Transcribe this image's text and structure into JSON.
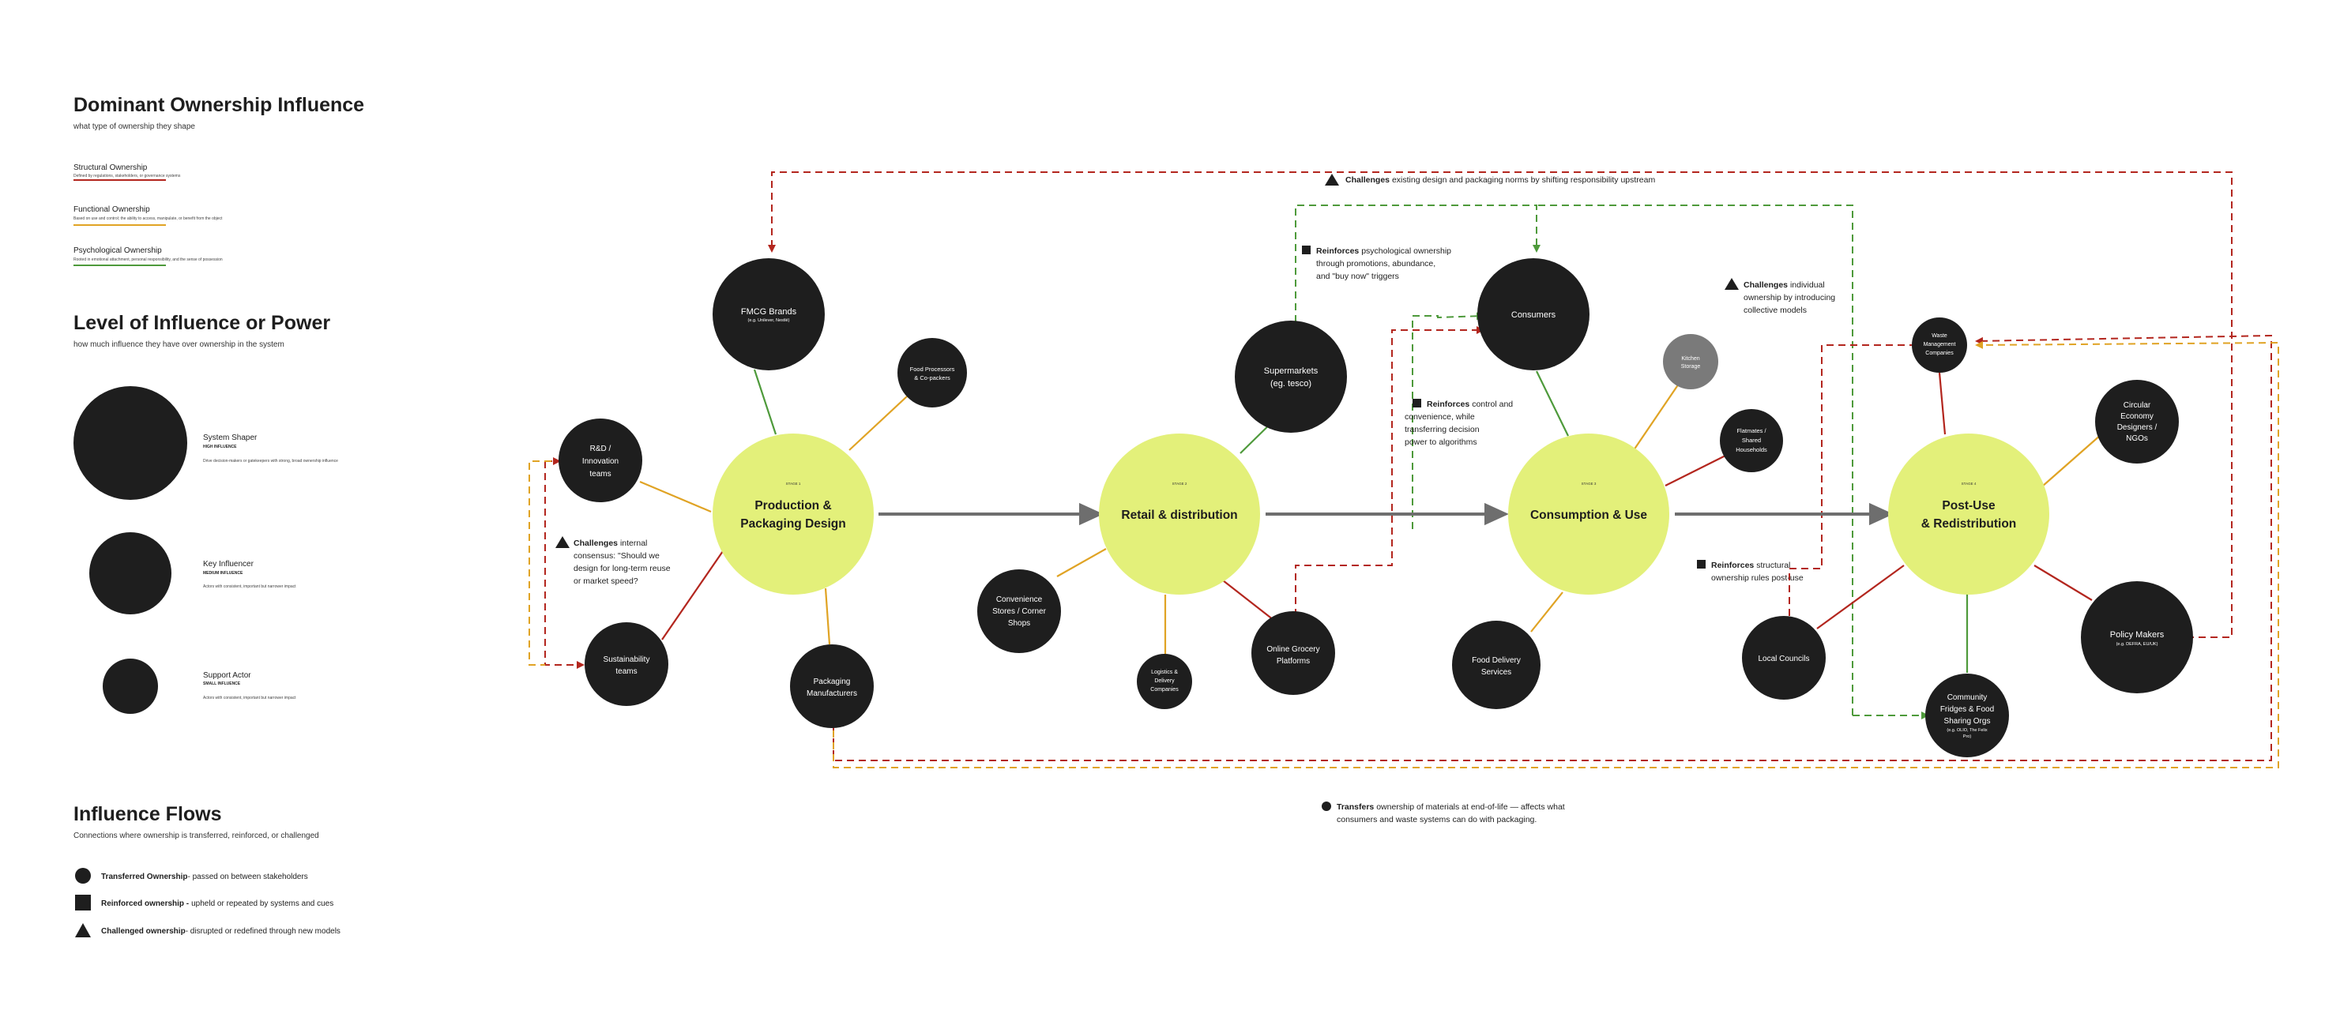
{
  "colors": {
    "structural": "#b3261e",
    "functional": "#e0a324",
    "psychological": "#4e9a3b",
    "node": "#1e1e1e",
    "node_muted": "#7a7a7a",
    "stage": "#e3f07a",
    "arrow": "#6e6e6e"
  },
  "legend": {
    "ownership": {
      "title": "Dominant Ownership Influence",
      "subtitle": "what type of ownership they shape",
      "items": [
        {
          "name": "Structural Ownership",
          "desc": "Defined by regulations, stakeholders, or governance systems"
        },
        {
          "name": "Functional Ownership",
          "desc": "Based on use and control; the ability to access, manipulate, or benefit from the object"
        },
        {
          "name": "Psychological Ownership",
          "desc": "Rooted in emotional attachment, personal responsibility, and the sense of possession"
        }
      ]
    },
    "influence": {
      "title": "Level of Influence or Power",
      "subtitle": "how much influence they have over ownership in the system",
      "items": [
        {
          "name": "System Shaper",
          "level": "HIGH INFLUENCE",
          "desc": "Drive decision-makers or gatekeepers with strong, broad ownership influence"
        },
        {
          "name": "Key Influencer",
          "level": "MEDIUM INFLUENCE",
          "desc": "Actors with consistent, important but narrower impact"
        },
        {
          "name": "Support Actor",
          "level": "SMALL INFLUENCE",
          "desc": "Actors with consistent, important but narrower impact"
        }
      ]
    },
    "flows": {
      "title": "Influence Flows",
      "subtitle": "Connections where ownership is transferred, reinforced, or challenged",
      "items": [
        {
          "bold": "Transferred Ownership",
          "rest": "- passed on between stakeholders"
        },
        {
          "bold": "Reinforced ownership -",
          "rest": "upheld or repeated by systems and cues"
        },
        {
          "bold": "Challenged ownership",
          "rest": "- disrupted or redefined through new models"
        }
      ]
    }
  },
  "stages": [
    {
      "tag": "STAGE 1",
      "l1": "Production &",
      "l2": "Packaging Design"
    },
    {
      "tag": "STAGE 2",
      "l1": "Retail & distribution",
      "l2": ""
    },
    {
      "tag": "STAGE 3",
      "l1": "Consumption & Use",
      "l2": ""
    },
    {
      "tag": "STAGE 4",
      "l1": "Post-Use",
      "l2": "& Redistribution"
    }
  ],
  "actors": {
    "fmcg": {
      "l1": "FMCG Brands",
      "l2": "(e.g. Unilever, Nestlé)"
    },
    "food_processors": {
      "l1": "Food Processors",
      "l2": "& Co-packers"
    },
    "rnd": {
      "l1": "R&D /",
      "l2": "Innovation",
      "l3": "teams"
    },
    "sustainability": {
      "l1": "Sustainability",
      "l2": "teams"
    },
    "packaging": {
      "l1": "Packaging",
      "l2": "Manufacturers"
    },
    "supermarkets": {
      "l1": "Supermarkets",
      "l2": "(eg. tesco)"
    },
    "convenience": {
      "l1": "Convenience",
      "l2": "Stores / Corner",
      "l3": "Shops"
    },
    "logistics": {
      "l1": "Logistics &",
      "l2": "Delivery",
      "l3": "Companies"
    },
    "online_grocery": {
      "l1": "Online Grocery",
      "l2": "Platforms"
    },
    "consumers": {
      "l1": "Consumers"
    },
    "kitchen": {
      "l1": "Kitchen",
      "l2": "Storage"
    },
    "flatmates": {
      "l1": "Flatmates /",
      "l2": "Shared",
      "l3": "Households"
    },
    "food_delivery": {
      "l1": "Food Delivery",
      "l2": "Services"
    },
    "waste": {
      "l1": "Waste",
      "l2": "Management",
      "l3": "Companies"
    },
    "circular": {
      "l1": "Circular",
      "l2": "Economy",
      "l3": "Designers /",
      "l4": "NGOs"
    },
    "local_councils": {
      "l1": "Local Councils"
    },
    "policy": {
      "l1": "Policy Makers",
      "l2": "(e.g. DEFRA, EU/UK)"
    },
    "community": {
      "l1": "Community",
      "l2": "Fridges & Food",
      "l3": "Sharing Orgs",
      "l4": "(e.g. OLIO, The Felix",
      "l5": "Pro)"
    }
  },
  "annotations": {
    "top": {
      "bold": "Challenges",
      "rest": " existing design and packaging norms by shifting responsibility upstream"
    },
    "supermarkets": {
      "bold": "Reinforces",
      "l1": " psychological ownership",
      "l2": "through promotions, abundance,",
      "l3": "and \"buy now\" triggers"
    },
    "consumers_ctrl": {
      "bold": "Reinforces",
      "l1": " control and",
      "l2": "convenience, while",
      "l3": "transferring decision",
      "l4": "power to algorithms"
    },
    "collective": {
      "bold": "Challenges",
      "l1": " individual",
      "l2": "ownership by introducing",
      "l3": "collective models"
    },
    "rnd": {
      "bold": "Challenges",
      "l1": " internal",
      "l2": "consensus: \"Should we",
      "l3": "design for long-term reuse",
      "l4": "or market speed?"
    },
    "structural": {
      "bold": "Reinforces",
      "l1": " structural",
      "l2": "ownership rules post-use"
    },
    "transfers": {
      "bold": "Transfers",
      "l1": " ownership of materials at end-of-life — affects what",
      "l2": "consumers and waste systems can do with packaging."
    }
  }
}
